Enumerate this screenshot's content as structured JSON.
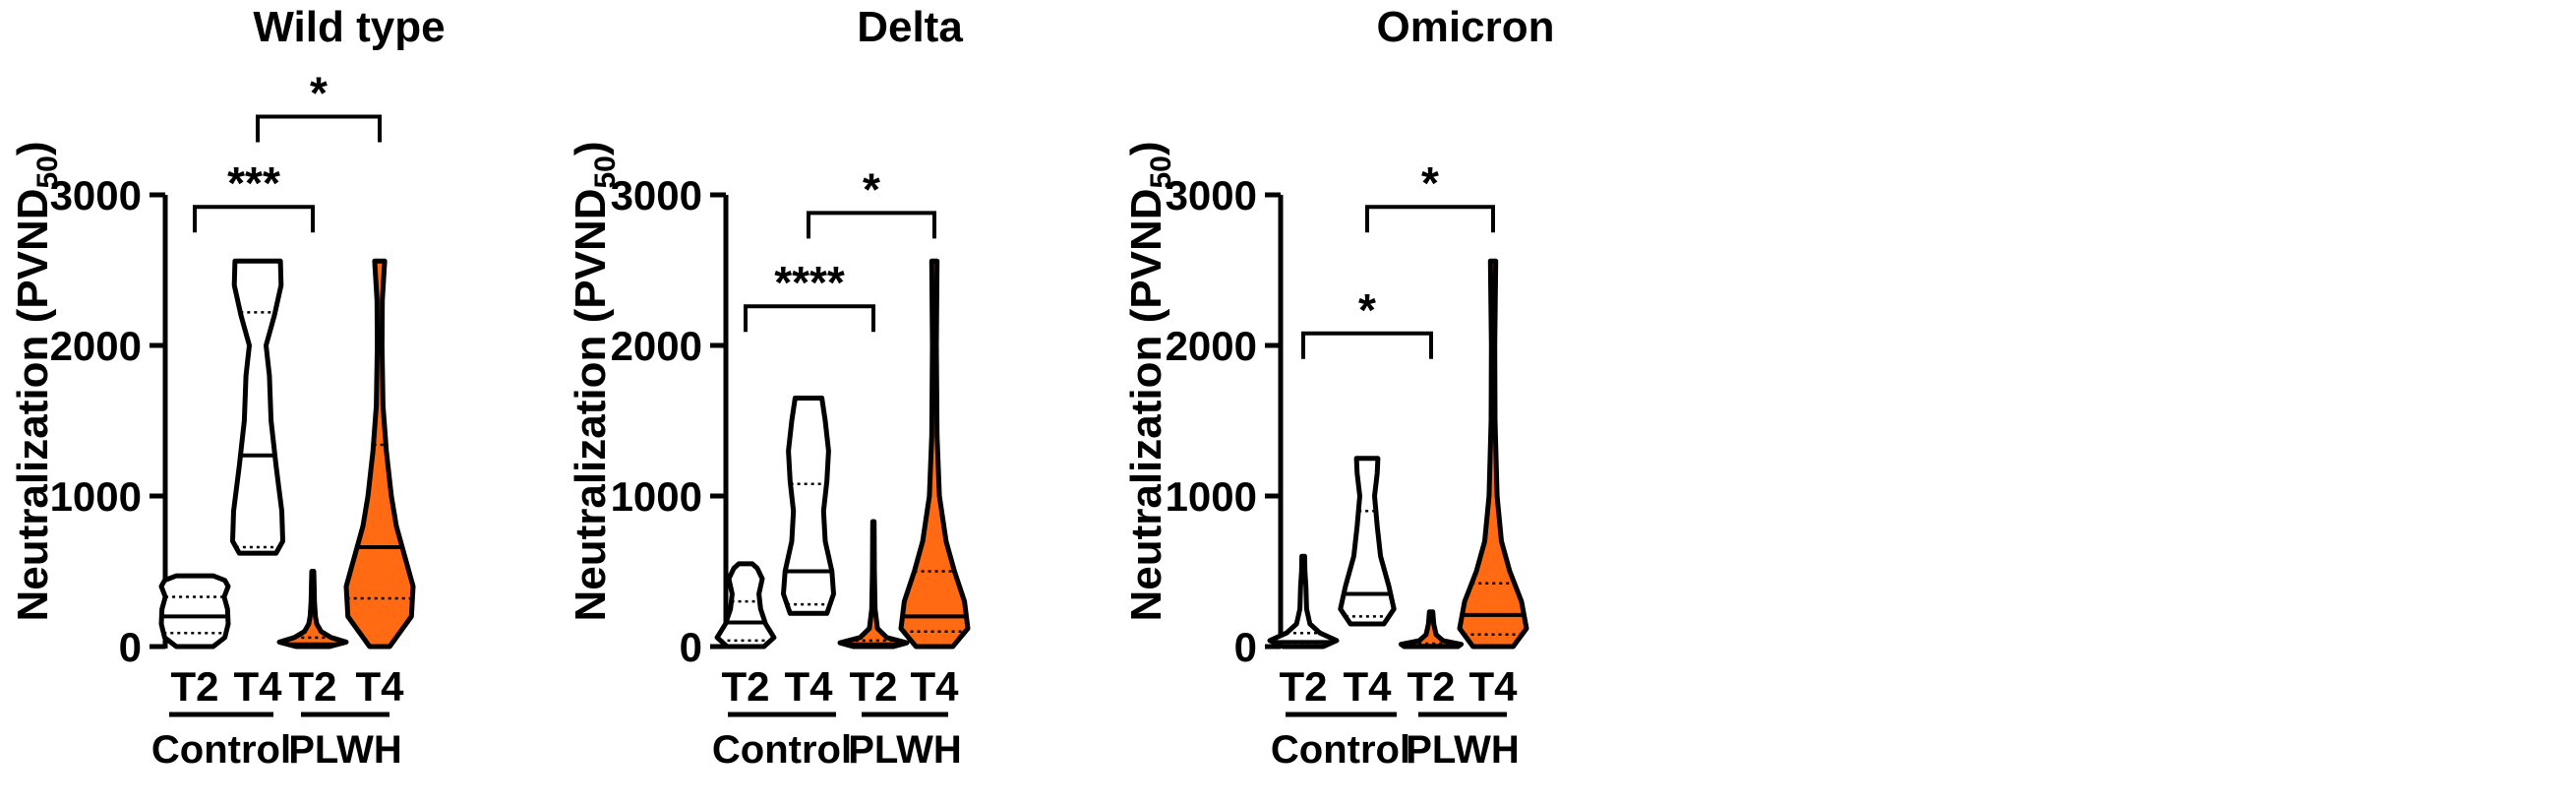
{
  "chart_data": [
    {
      "type": "violin",
      "title": "Wild type",
      "ylabel": "Neutralization (PVND50)",
      "ylabel_main": "Neutralization (PVND",
      "ylabel_sub": "50",
      "ylabel_close": ")",
      "ylim": [
        0,
        3000
      ],
      "yticks": [
        0,
        1000,
        2000,
        3000
      ],
      "categories": [
        "T2",
        "T4",
        "T2",
        "T4"
      ],
      "groups": [
        {
          "name": "Control",
          "members": [
            0,
            1
          ]
        },
        {
          "name": "PLWH",
          "members": [
            2,
            3
          ]
        }
      ],
      "fill_colors": [
        "#ffffff",
        "#ffffff",
        "#ff6a13",
        "#ff6a13"
      ],
      "violins": [
        {
          "min": 0,
          "max": 470,
          "median": 200,
          "q1": 90,
          "q3": 330,
          "profile": [
            [
              0,
              0.55
            ],
            [
              60,
              0.9
            ],
            [
              150,
              1.0
            ],
            [
              250,
              0.98
            ],
            [
              330,
              0.88
            ],
            [
              400,
              1.0
            ],
            [
              440,
              0.9
            ],
            [
              470,
              0.55
            ]
          ]
        },
        {
          "min": 620,
          "max": 2560,
          "median": 1270,
          "q1": 660,
          "q3": 2220,
          "profile": [
            [
              620,
              0.55
            ],
            [
              700,
              0.75
            ],
            [
              900,
              0.72
            ],
            [
              1200,
              0.55
            ],
            [
              1500,
              0.4
            ],
            [
              1800,
              0.35
            ],
            [
              2000,
              0.25
            ],
            [
              2200,
              0.5
            ],
            [
              2400,
              0.7
            ],
            [
              2560,
              0.68
            ]
          ]
        },
        {
          "min": 0,
          "max": 500,
          "median": 15,
          "q1": 5,
          "q3": 60,
          "profile": [
            [
              0,
              0.5
            ],
            [
              30,
              1.0
            ],
            [
              60,
              0.55
            ],
            [
              100,
              0.25
            ],
            [
              150,
              0.12
            ],
            [
              200,
              0.08
            ],
            [
              300,
              0.05
            ],
            [
              400,
              0.04
            ],
            [
              500,
              0.03
            ]
          ]
        },
        {
          "min": 0,
          "max": 2560,
          "median": 660,
          "q1": 320,
          "q3": 1340,
          "profile": [
            [
              0,
              0.3
            ],
            [
              200,
              0.95
            ],
            [
              400,
              1.0
            ],
            [
              600,
              0.75
            ],
            [
              800,
              0.5
            ],
            [
              1000,
              0.35
            ],
            [
              1300,
              0.2
            ],
            [
              1600,
              0.1
            ],
            [
              2000,
              0.07
            ],
            [
              2300,
              0.08
            ],
            [
              2560,
              0.15
            ]
          ]
        }
      ],
      "brackets": [
        {
          "from": 0,
          "to": 2,
          "y": 2920,
          "label": "***"
        },
        {
          "from": 1,
          "to": 3,
          "y": 3520,
          "label": "*"
        }
      ]
    },
    {
      "type": "violin",
      "title": "Delta",
      "ylabel": "Neutralization (PVND50)",
      "ylabel_main": "Neutralization (PVND",
      "ylabel_sub": "50",
      "ylabel_close": ")",
      "ylim": [
        0,
        3000
      ],
      "yticks": [
        0,
        1000,
        2000,
        3000
      ],
      "categories": [
        "T2",
        "T4",
        "T2",
        "T4"
      ],
      "groups": [
        {
          "name": "Control",
          "members": [
            0,
            1
          ]
        },
        {
          "name": "PLWH",
          "members": [
            2,
            3
          ]
        }
      ],
      "fill_colors": [
        "#ffffff",
        "#ffffff",
        "#ff6a13",
        "#ff6a13"
      ],
      "violins": [
        {
          "min": 0,
          "max": 550,
          "median": 160,
          "q1": 40,
          "q3": 300,
          "profile": [
            [
              0,
              0.55
            ],
            [
              60,
              0.85
            ],
            [
              150,
              0.6
            ],
            [
              250,
              0.45
            ],
            [
              350,
              0.4
            ],
            [
              450,
              0.5
            ],
            [
              520,
              0.35
            ],
            [
              550,
              0.2
            ]
          ]
        },
        {
          "min": 220,
          "max": 1650,
          "median": 500,
          "q1": 280,
          "q3": 1080,
          "profile": [
            [
              220,
              0.55
            ],
            [
              350,
              0.75
            ],
            [
              500,
              0.7
            ],
            [
              700,
              0.5
            ],
            [
              900,
              0.45
            ],
            [
              1100,
              0.55
            ],
            [
              1300,
              0.6
            ],
            [
              1500,
              0.5
            ],
            [
              1650,
              0.4
            ]
          ]
        },
        {
          "min": 0,
          "max": 830,
          "median": 15,
          "q1": 5,
          "q3": 40,
          "profile": [
            [
              0,
              0.6
            ],
            [
              25,
              1.0
            ],
            [
              60,
              0.4
            ],
            [
              120,
              0.12
            ],
            [
              250,
              0.05
            ],
            [
              500,
              0.03
            ],
            [
              830,
              0.02
            ]
          ]
        },
        {
          "min": 0,
          "max": 2560,
          "median": 200,
          "q1": 100,
          "q3": 500,
          "profile": [
            [
              0,
              0.55
            ],
            [
              120,
              1.0
            ],
            [
              300,
              0.9
            ],
            [
              500,
              0.6
            ],
            [
              700,
              0.35
            ],
            [
              1000,
              0.15
            ],
            [
              1400,
              0.08
            ],
            [
              2000,
              0.06
            ],
            [
              2560,
              0.08
            ]
          ]
        }
      ],
      "brackets": [
        {
          "from": 0,
          "to": 2,
          "y": 2260,
          "label": "****"
        },
        {
          "from": 1,
          "to": 3,
          "y": 2880,
          "label": "*"
        }
      ]
    },
    {
      "type": "violin",
      "title": "Omicron",
      "ylabel": "Neutralization (PVND50)",
      "ylabel_main": "Neutralization (PVND",
      "ylabel_sub": "50",
      "ylabel_close": ")",
      "ylim": [
        0,
        3000
      ],
      "yticks": [
        0,
        1000,
        2000,
        3000
      ],
      "categories": [
        "T2",
        "T4",
        "T2",
        "T4"
      ],
      "groups": [
        {
          "name": "Control",
          "members": [
            0,
            1
          ]
        },
        {
          "name": "PLWH",
          "members": [
            2,
            3
          ]
        }
      ],
      "fill_colors": [
        "#ffffff",
        "#ffffff",
        "#ff6a13",
        "#ff6a13"
      ],
      "violins": [
        {
          "min": 0,
          "max": 600,
          "median": 30,
          "q1": 10,
          "q3": 90,
          "profile": [
            [
              0,
              0.6
            ],
            [
              40,
              1.0
            ],
            [
              90,
              0.5
            ],
            [
              150,
              0.2
            ],
            [
              250,
              0.1
            ],
            [
              400,
              0.08
            ],
            [
              500,
              0.05
            ],
            [
              600,
              0.04
            ]
          ]
        },
        {
          "min": 150,
          "max": 1250,
          "median": 350,
          "q1": 200,
          "q3": 900,
          "profile": [
            [
              150,
              0.5
            ],
            [
              250,
              0.8
            ],
            [
              400,
              0.65
            ],
            [
              600,
              0.4
            ],
            [
              800,
              0.3
            ],
            [
              1000,
              0.22
            ],
            [
              1150,
              0.3
            ],
            [
              1250,
              0.32
            ]
          ]
        },
        {
          "min": 0,
          "max": 230,
          "median": 5,
          "q1": 0,
          "q3": 20,
          "profile": [
            [
              0,
              0.8
            ],
            [
              15,
              0.9
            ],
            [
              40,
              0.35
            ],
            [
              80,
              0.15
            ],
            [
              150,
              0.08
            ],
            [
              230,
              0.05
            ]
          ]
        },
        {
          "min": 0,
          "max": 2560,
          "median": 210,
          "q1": 80,
          "q3": 420,
          "profile": [
            [
              0,
              0.6
            ],
            [
              120,
              1.0
            ],
            [
              300,
              0.85
            ],
            [
              500,
              0.5
            ],
            [
              700,
              0.25
            ],
            [
              1000,
              0.12
            ],
            [
              1500,
              0.06
            ],
            [
              2000,
              0.05
            ],
            [
              2560,
              0.08
            ]
          ]
        }
      ],
      "brackets": [
        {
          "from": 0,
          "to": 2,
          "y": 2080,
          "label": "*"
        },
        {
          "from": 1,
          "to": 3,
          "y": 2920,
          "label": "*"
        }
      ]
    }
  ]
}
